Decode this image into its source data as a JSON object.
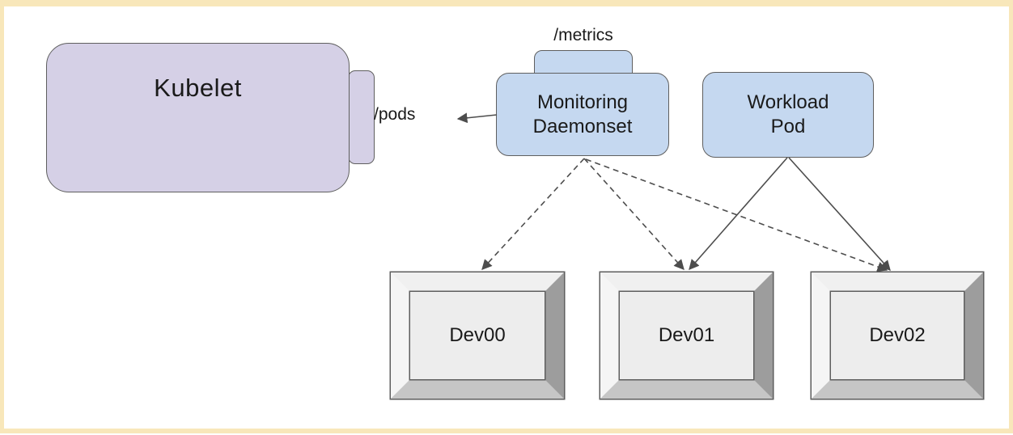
{
  "diagram_type": "kubernetes-monitoring-architecture",
  "nodes": {
    "kubelet": {
      "label": "Kubelet",
      "port_label": "/pods",
      "fill": "#d5d0e6"
    },
    "monitoring_daemonset": {
      "line1": "Monitoring",
      "line2": "Daemonset",
      "port_label": "/metrics",
      "fill": "#c5d8f0"
    },
    "workload_pod": {
      "line1": "Workload",
      "line2": "Pod",
      "fill": "#c5d8f0"
    },
    "dev00": {
      "label": "Dev00",
      "fill": "#ededed"
    },
    "dev01": {
      "label": "Dev01",
      "fill": "#ededed"
    },
    "dev02": {
      "label": "Dev02",
      "fill": "#ededed"
    }
  },
  "edges": [
    {
      "from": "monitoring_daemonset",
      "to": "kubelet:/pods",
      "style": "solid",
      "direction": "left"
    },
    {
      "from": "monitoring_daemonset",
      "to": "dev00",
      "style": "dashed"
    },
    {
      "from": "monitoring_daemonset",
      "to": "dev01",
      "style": "dashed"
    },
    {
      "from": "monitoring_daemonset",
      "to": "dev02",
      "style": "dashed"
    },
    {
      "from": "workload_pod",
      "to": "dev01",
      "style": "solid"
    },
    {
      "from": "workload_pod",
      "to": "dev02",
      "style": "solid"
    }
  ],
  "colors": {
    "frame_border": "#f8e7ba",
    "kubelet_fill": "#d5d0e6",
    "pod_fill": "#c5d8f0",
    "node_stroke": "#5f5f5f",
    "dev_face": "#ededed",
    "dev_bevel_dark": "#9d9d9d",
    "dev_bevel_bottom": "#c6c6c6",
    "arrow": "#4d4d4d",
    "background": "#ffffff"
  }
}
